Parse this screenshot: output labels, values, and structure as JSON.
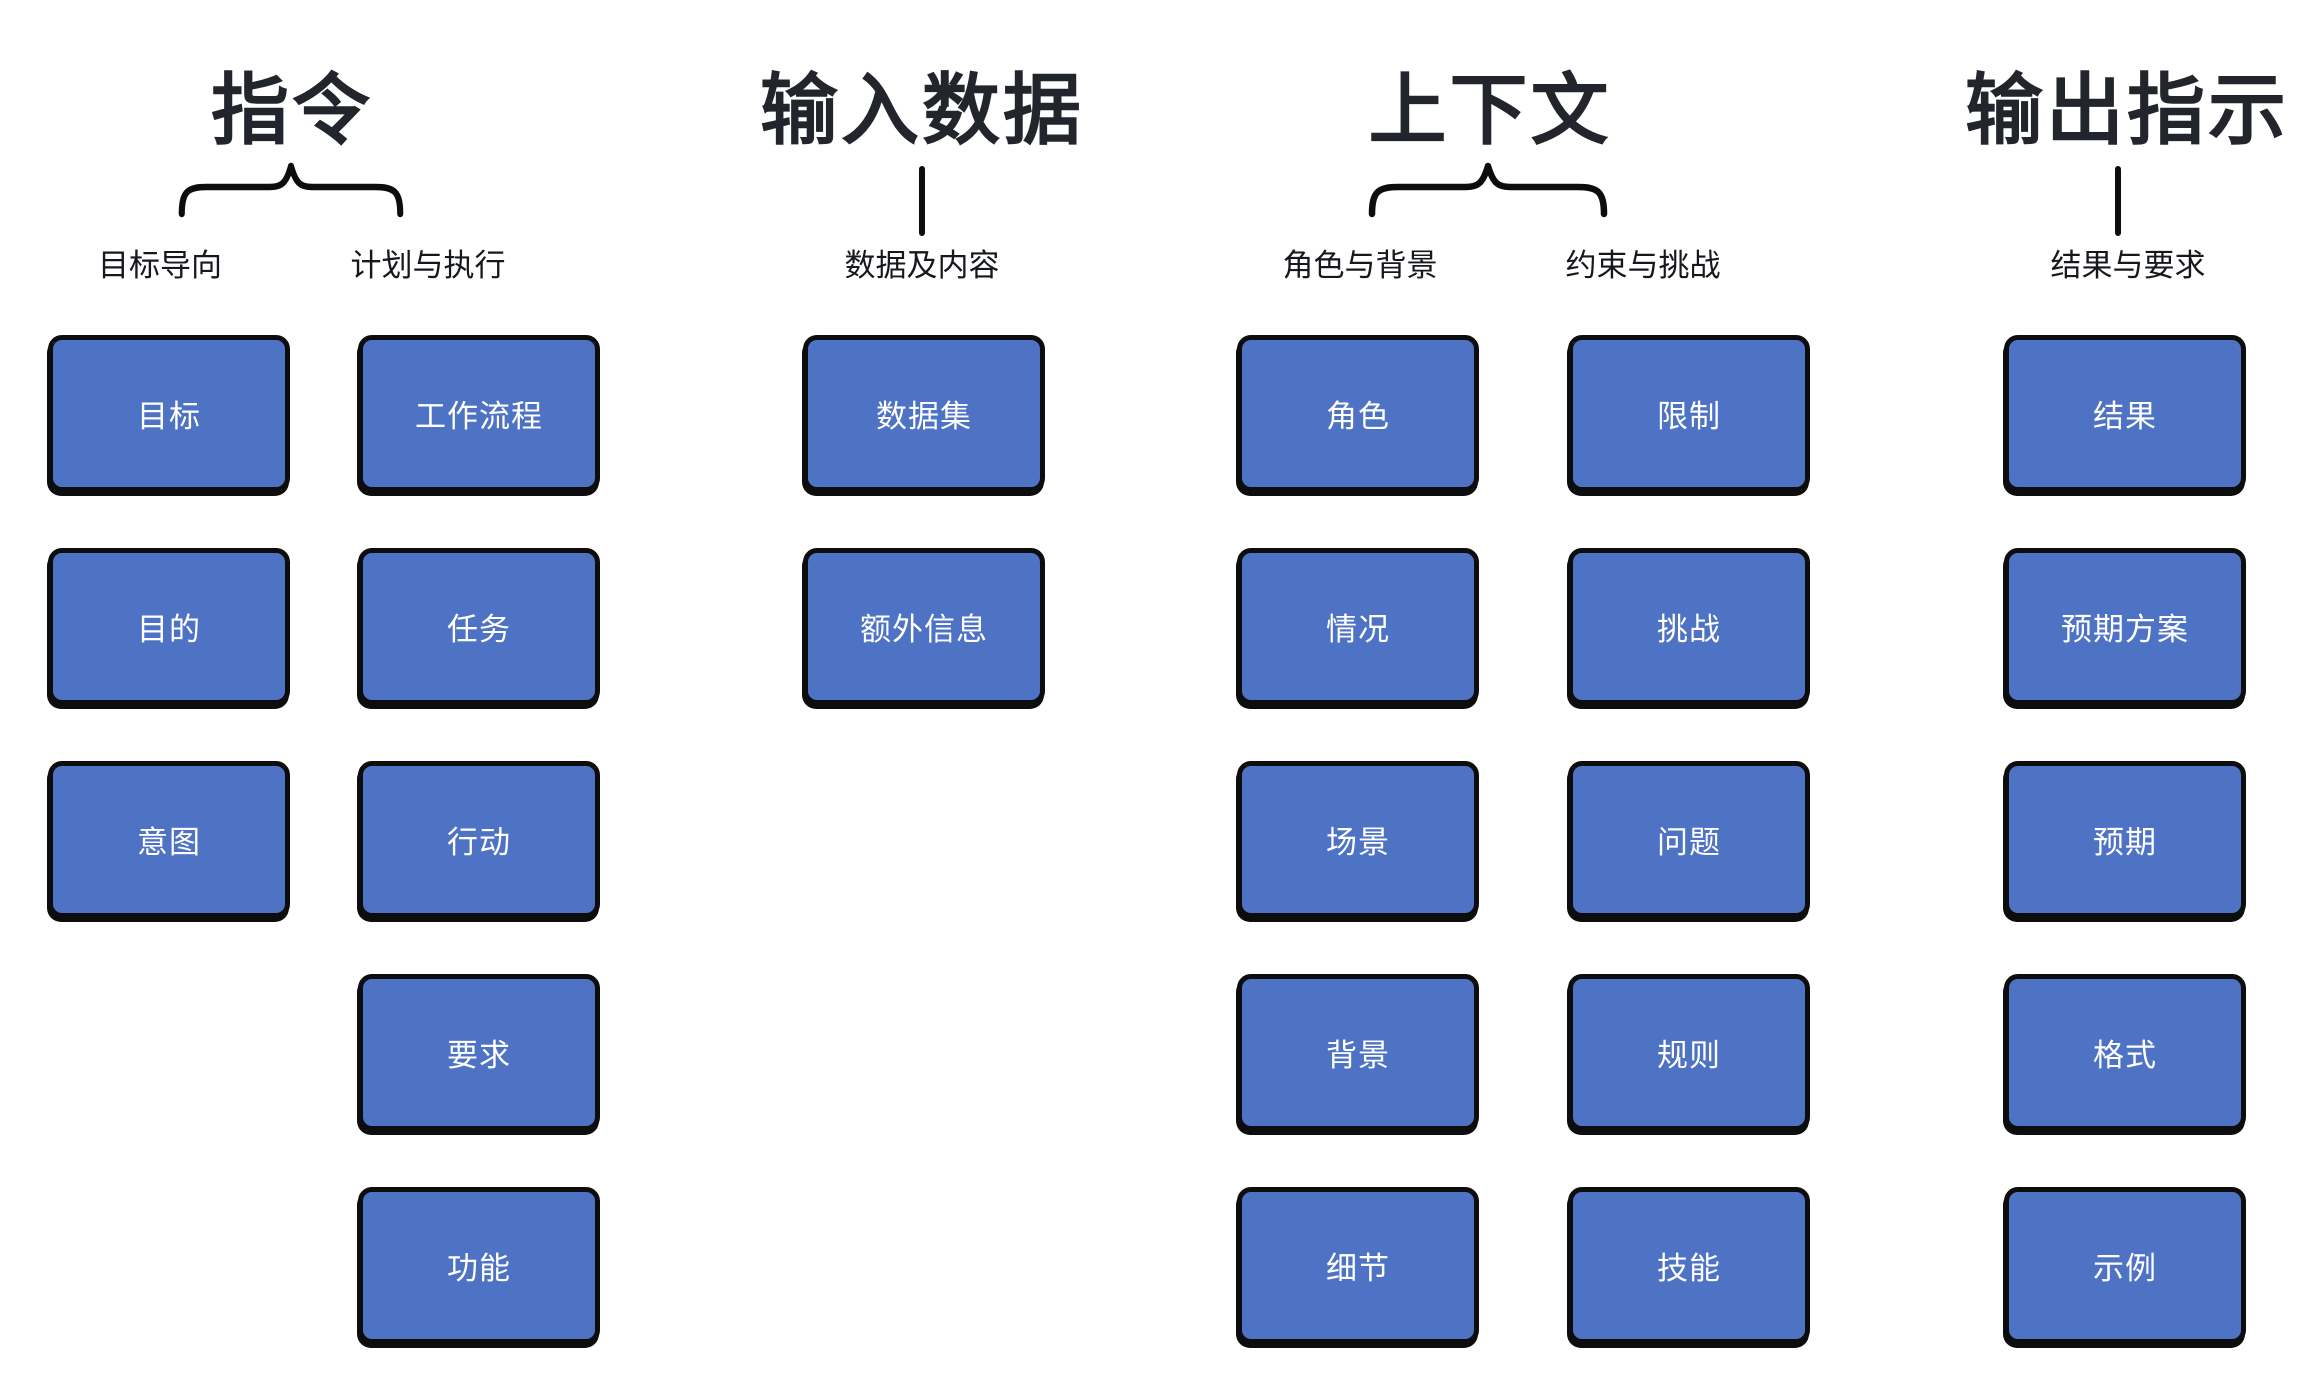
{
  "colors": {
    "background": "#ffffff",
    "box_fill": "#4e73c5",
    "box_border": "#0d0d0d",
    "box_text": "#ffffff",
    "heading_text": "#22262c",
    "label_text": "#15181c",
    "connector": "#0d0d0d"
  },
  "groups": [
    {
      "title": "指令",
      "connector": "overbrace",
      "subgroups": [
        {
          "label": "目标导向",
          "boxes": [
            "目标",
            "目的",
            "意图"
          ]
        },
        {
          "label": "计划与执行",
          "boxes": [
            "工作流程",
            "任务",
            "行动",
            "要求",
            "功能"
          ]
        }
      ]
    },
    {
      "title": "输入数据",
      "connector": "line",
      "subgroups": [
        {
          "label": "数据及内容",
          "boxes": [
            "数据集",
            "额外信息"
          ]
        }
      ]
    },
    {
      "title": "上下文",
      "connector": "overbrace",
      "subgroups": [
        {
          "label": "角色与背景",
          "boxes": [
            "角色",
            "情况",
            "场景",
            "背景",
            "细节"
          ]
        },
        {
          "label": "约束与挑战",
          "boxes": [
            "限制",
            "挑战",
            "问题",
            "规则",
            "技能"
          ]
        }
      ]
    },
    {
      "title": "输出指示",
      "connector": "line",
      "subgroups": [
        {
          "label": "结果与要求",
          "boxes": [
            "结果",
            "预期方案",
            "预期",
            "格式",
            "示例"
          ]
        }
      ]
    }
  ]
}
